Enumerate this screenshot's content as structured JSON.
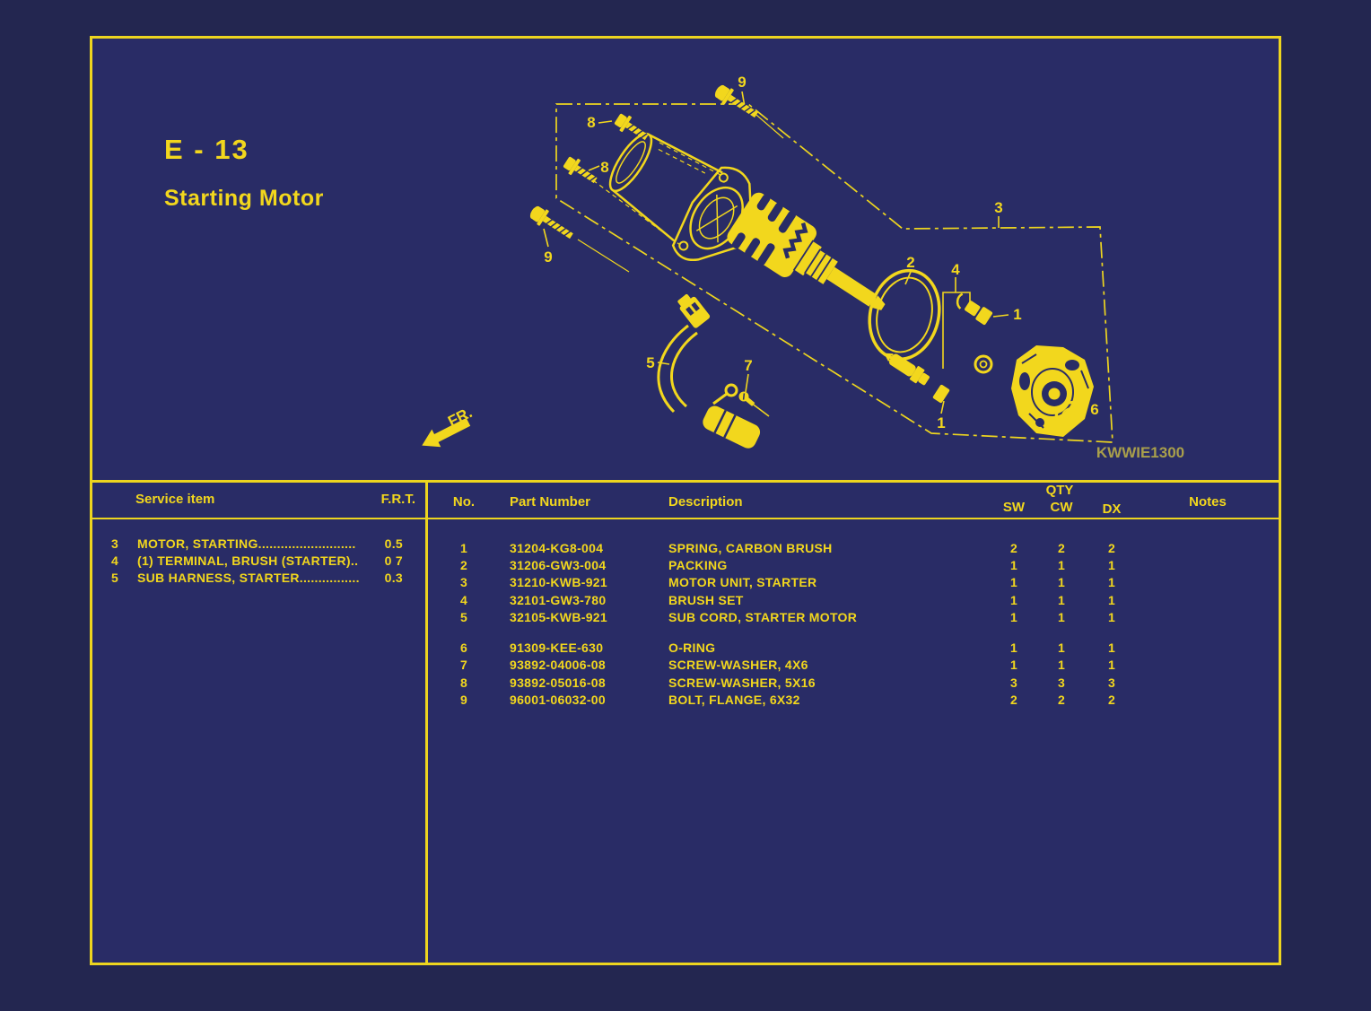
{
  "page": {
    "section_code": "E - 13",
    "section_title": "Starting Motor",
    "image_code": "KWWIE1300",
    "front_label": "FR."
  },
  "colors": {
    "background": "#232650",
    "panel": "#292C66",
    "accent_yellow": "#F2D71D",
    "dim_code_text": "#A99F4B"
  },
  "diagram": {
    "callouts": {
      "c1": "1",
      "c2": "2",
      "c3": "3",
      "c4": "4",
      "c5": "5",
      "c6": "6",
      "c7": "7",
      "c8": "8",
      "c9": "9"
    }
  },
  "service_table": {
    "header": {
      "item": "Service item",
      "frt": "F.R.T."
    },
    "rows": [
      {
        "no": "3",
        "name": "MOTOR, STARTING",
        "leader": "..........................",
        "frt": "0.5"
      },
      {
        "no": "4",
        "name": "(1) TERMINAL, BRUSH (STARTER)",
        "leader": "..",
        "frt": "0 7"
      },
      {
        "no": "5",
        "name": "SUB HARNESS, STARTER",
        "leader": "................",
        "frt": "0.3"
      }
    ]
  },
  "parts_table": {
    "header": {
      "no": "No.",
      "part_number": "Part Number",
      "description": "Description",
      "qty": "QTY",
      "sw": "SW",
      "cw": "CW",
      "dx": "DX",
      "notes": "Notes"
    },
    "rows": [
      {
        "no": "1",
        "part_number": "31204-KG8-004",
        "description": "SPRING, CARBON BRUSH",
        "sw": "2",
        "cw": "2",
        "dx": "2"
      },
      {
        "no": "2",
        "part_number": "31206-GW3-004",
        "description": "PACKING",
        "sw": "1",
        "cw": "1",
        "dx": "1"
      },
      {
        "no": "3",
        "part_number": "31210-KWB-921",
        "description": "MOTOR UNIT, STARTER",
        "sw": "1",
        "cw": "1",
        "dx": "1"
      },
      {
        "no": "4",
        "part_number": "32101-GW3-780",
        "description": "BRUSH SET",
        "sw": "1",
        "cw": "1",
        "dx": "1"
      },
      {
        "no": "5",
        "part_number": "32105-KWB-921",
        "description": "SUB CORD, STARTER MOTOR",
        "sw": "1",
        "cw": "1",
        "dx": "1"
      },
      {
        "no": "6",
        "part_number": "91309-KEE-630",
        "description": "O-RING",
        "sw": "1",
        "cw": "1",
        "dx": "1"
      },
      {
        "no": "7",
        "part_number": "93892-04006-08",
        "description": "SCREW-WASHER, 4X6",
        "sw": "1",
        "cw": "1",
        "dx": "1"
      },
      {
        "no": "8",
        "part_number": "93892-05016-08",
        "description": "SCREW-WASHER, 5X16",
        "sw": "3",
        "cw": "3",
        "dx": "3"
      },
      {
        "no": "9",
        "part_number": "96001-06032-00",
        "description": "BOLT, FLANGE, 6X32",
        "sw": "2",
        "cw": "2",
        "dx": "2"
      }
    ]
  }
}
